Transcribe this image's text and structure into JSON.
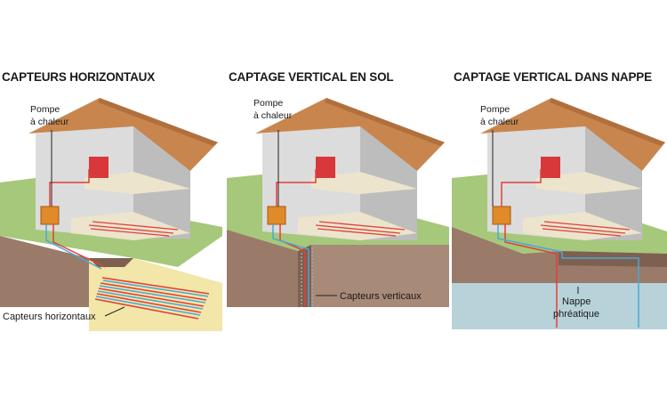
{
  "panels": [
    {
      "title": "CAPTEURS HORIZONTAUX",
      "pump_label_1": "Pompe",
      "pump_label_2": "à chaleur",
      "collector_label": "Capteurs horizontaux"
    },
    {
      "title": "CAPTAGE VERTICAL EN SOL",
      "pump_label_1": "Pompe",
      "pump_label_2": "à chaleur",
      "collector_label": "Capteurs verticaux"
    },
    {
      "title": "CAPTAGE VERTICAL DANS NAPPE",
      "pump_label_1": "Pompe",
      "pump_label_2": "à chaleur",
      "nappe_label_1": "Nappe",
      "nappe_label_2": "phréatique"
    }
  ],
  "colors": {
    "roof": "#c8864e",
    "wall_front": "#dcdcdc",
    "wall_side": "#bdbdbd",
    "grass": "#a6c87a",
    "soil": "#9a7a68",
    "sand": "#f2e6a8",
    "radiator": "#d8383a",
    "pump": "#e08a2a",
    "pipe_hot": "#e0403a",
    "pipe_cold": "#4aa8d8",
    "water": "#b7d2d8"
  }
}
